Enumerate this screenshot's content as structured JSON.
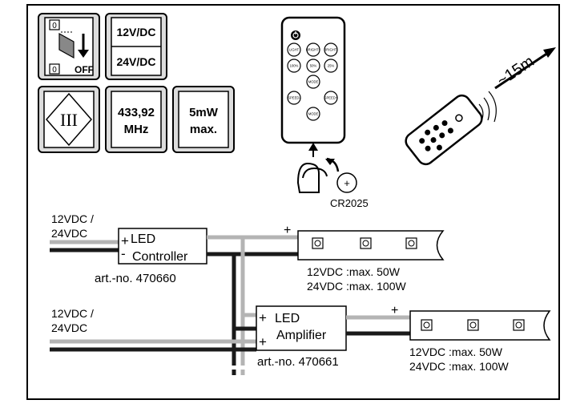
{
  "symbols": {
    "switch_off": "OFF",
    "voltage_12": "12V/DC",
    "voltage_24": "24V/DC",
    "protection_class": "III",
    "frequency_line1": "433,92",
    "frequency_line2": "MHz",
    "power_line1": "5mW",
    "power_line2": "max."
  },
  "remote": {
    "buttons": [
      {
        "label": "LIGHT"
      },
      {
        "label": "BRIGHT+"
      },
      {
        "label": "BRIGHT-"
      },
      {
        "label": "100%"
      },
      {
        "label": "50%"
      },
      {
        "label": "25%"
      },
      {
        "label": "MODE"
      },
      {
        "label": "SPEED-"
      },
      {
        "label": "SPEED+"
      },
      {
        "label": "MODE"
      }
    ],
    "range": "~15m",
    "battery_symbol": "+",
    "battery_type": "CR2025"
  },
  "circuit1": {
    "supply_line1": "12VDC /",
    "supply_line2": "24VDC",
    "plus": "+",
    "minus": "-",
    "device_line1": "LED",
    "device_line2": "Controller",
    "art_no": "art.-no. 470660",
    "strip_plus": "+",
    "rating_12": "12VDC :max. 50W",
    "rating_24": "24VDC :max. 100W"
  },
  "circuit2": {
    "supply_line1": "12VDC /",
    "supply_line2": "24VDC",
    "plus1": "+",
    "plus2": "+",
    "device_line1": "LED",
    "device_line2": "Amplifier",
    "art_no": "art.-no. 470661",
    "strip_plus": "+",
    "rating_12": "12VDC :max. 50W",
    "rating_24": "24VDC :max. 100W"
  },
  "colors": {
    "wire_dark": "#1a1a1a",
    "wire_light": "#b4b4b4",
    "panel_fill": "#dcdcdc"
  }
}
